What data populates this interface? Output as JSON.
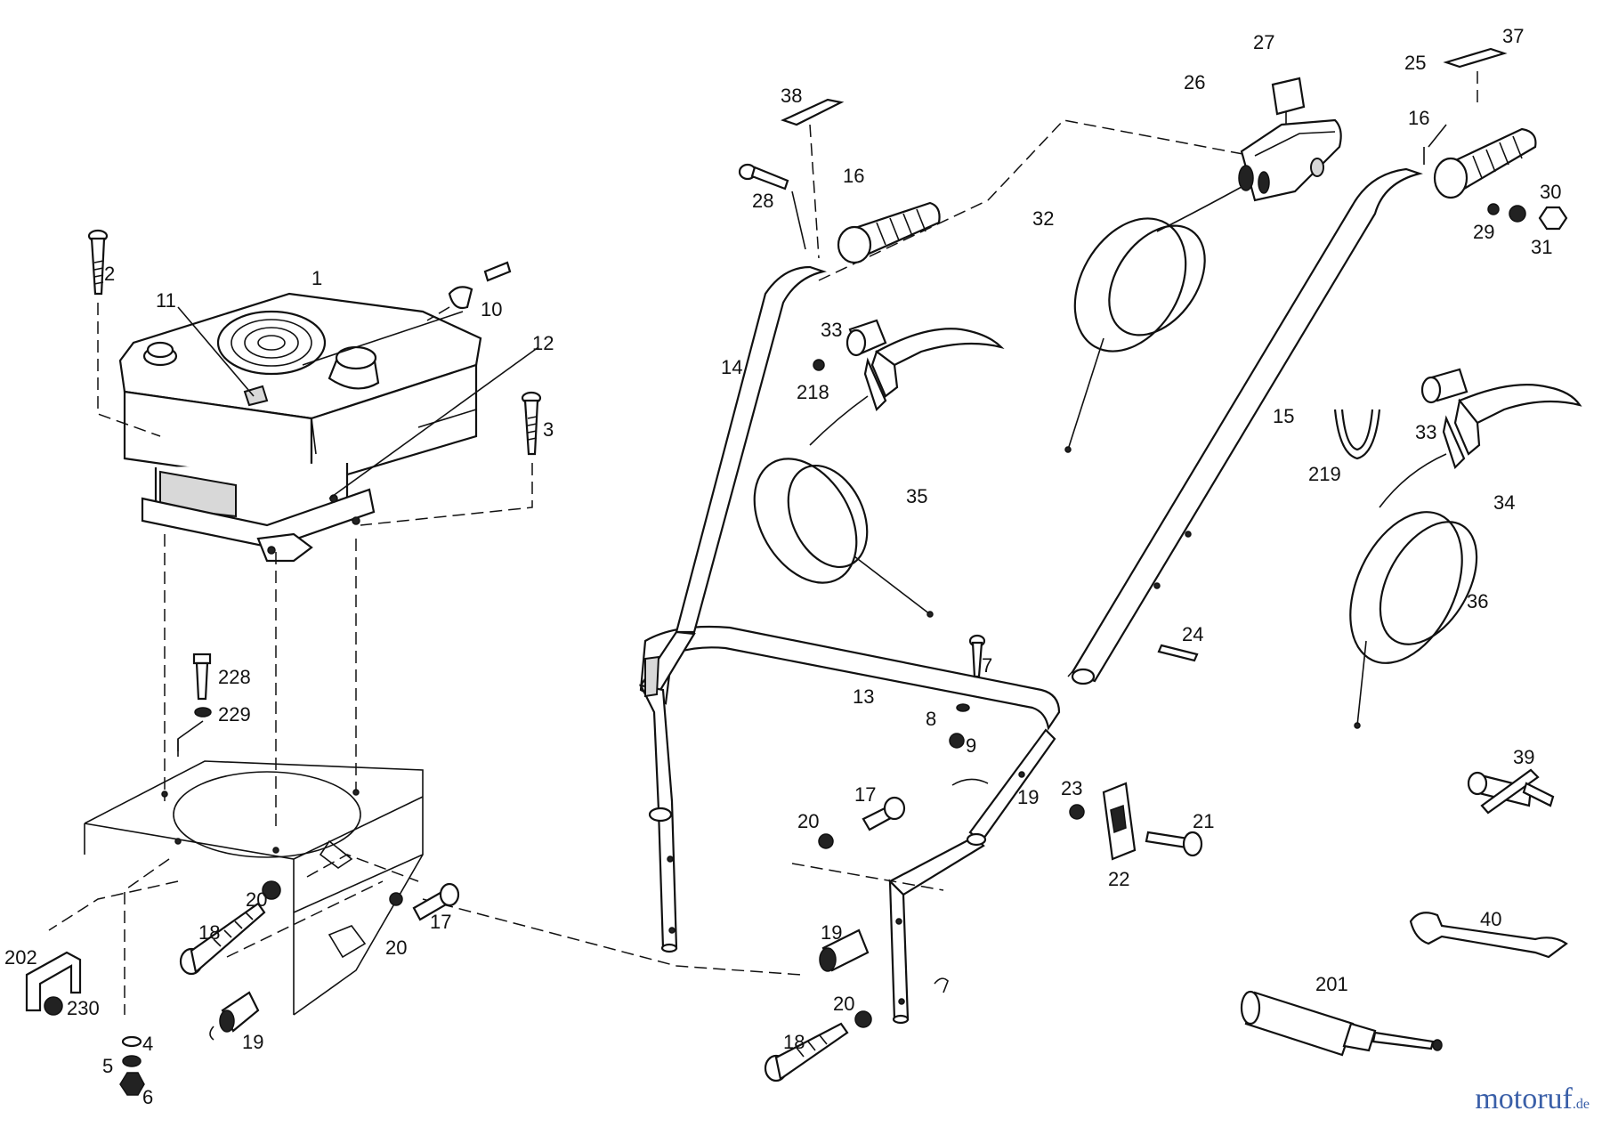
{
  "diagram": {
    "labels": {
      "l1": "1",
      "l2": "2",
      "l3": "3",
      "l4": "4",
      "l5": "5",
      "l6": "6",
      "l7": "7",
      "l8": "8",
      "l9": "9",
      "l10": "10",
      "l11": "11",
      "l12": "12",
      "l13": "13",
      "l14": "14",
      "l15": "15",
      "l16a": "16",
      "l16b": "16",
      "l17a": "17",
      "l17b": "17",
      "l18a": "18",
      "l18b": "18",
      "l19a": "19",
      "l19b": "19",
      "l19c": "19",
      "l20a": "20",
      "l20b": "20",
      "l20c": "20",
      "l20d": "20",
      "l21": "21",
      "l22": "22",
      "l23": "23",
      "l24": "24",
      "l25": "25",
      "l26": "26",
      "l27": "27",
      "l28": "28",
      "l29": "29",
      "l30": "30",
      "l31": "31",
      "l32": "32",
      "l33a": "33",
      "l33b": "33",
      "l34": "34",
      "l35": "35",
      "l36": "36",
      "l37": "37",
      "l38": "38",
      "l39": "39",
      "l40": "40",
      "l201": "201",
      "l202": "202",
      "l218": "218",
      "l219": "219",
      "l228": "228",
      "l229": "229",
      "l230": "230"
    }
  },
  "watermark": {
    "brand": "motoruf",
    "suffix": ".de"
  }
}
